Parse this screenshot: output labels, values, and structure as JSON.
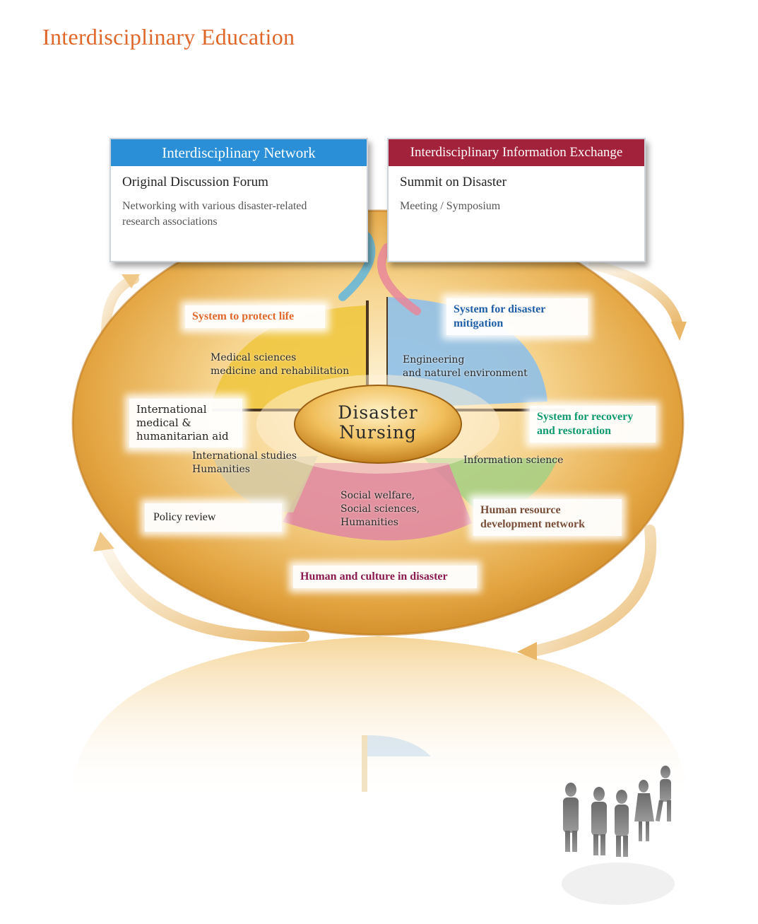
{
  "page": {
    "title": "Interdisciplinary Education"
  },
  "network_box": {
    "header": "Interdisciplinary Network",
    "subtitle": "Original Discussion Forum",
    "description_line1": "Networking with various disaster-related",
    "description_line2": "research associations",
    "color": "#2a8fd6"
  },
  "exchange_box": {
    "header": "Interdisciplinary Information Exchange",
    "subtitle": "Summit on Disaster",
    "description": "Meeting / Symposium",
    "color": "#a3223b"
  },
  "center": {
    "line1": "Disaster",
    "line2": "Nursing"
  },
  "systems": {
    "protect_life": {
      "label": "System to protect life",
      "color": "#e0672a"
    },
    "mitigation": {
      "line1": "System for disaster",
      "line2": "mitigation",
      "color": "#1f5fa8"
    },
    "recovery": {
      "line1": "System for recovery",
      "line2": "and restoration",
      "color": "#0e9a6e"
    },
    "hr_network": {
      "line1": "Human resource",
      "line2": "development network",
      "color": "#7a4f3a"
    },
    "human_culture": {
      "label": "Human and culture in disaster",
      "color": "#8a1a4f"
    },
    "policy_review": {
      "label": "Policy review",
      "color": "#222222"
    },
    "intl_aid": {
      "line1": "International",
      "line2": "medical &",
      "line3": "humanitarian aid",
      "color": "#222222"
    }
  },
  "sectors": {
    "medical": {
      "line1": "Medical sciences",
      "line2": "medicine and rehabilitation",
      "color": "#f0c640"
    },
    "engineering": {
      "line1": "Engineering",
      "line2": "and naturel environment",
      "color": "#8fc0e8"
    },
    "information": {
      "label": "Information science",
      "color": "#a9cf84"
    },
    "social": {
      "line1": "Social welfare,",
      "line2": "Social sciences,",
      "line3": "Humanities",
      "color": "#e08aa0"
    },
    "international": {
      "line1": "International studies",
      "line2": "Humanities",
      "color": "#d6c9a2"
    }
  }
}
